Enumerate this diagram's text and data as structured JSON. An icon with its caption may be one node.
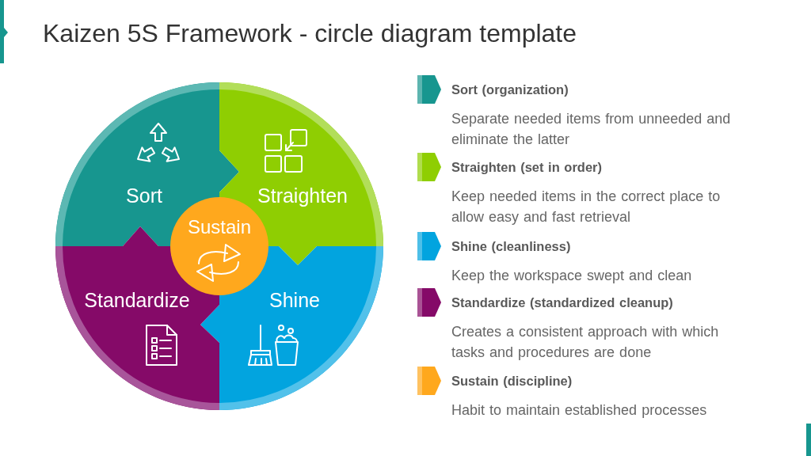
{
  "diagram": {
    "title": "Kaizen 5S Framework - circle diagram template",
    "nodes": [
      {
        "text": [
          "Sort"
        ]
      },
      {
        "text": [
          "Straighten"
        ]
      },
      {
        "text": [
          "Shine"
        ]
      },
      {
        "text": [
          "Standardize"
        ]
      },
      {
        "text": [
          "Sustain"
        ]
      }
    ],
    "labels": [
      "Separate needed items from unneeded and eliminate the latter",
      "Keep needed items in the correct place to allow easy and fast retrieval",
      "Keep the workspace swept and clean",
      "Creates a consistent approach with which tasks and procedures are done",
      "Habit to maintain established processes"
    ],
    "legend": [
      {
        "text": "Sort (organization)",
        "color": "#17968f"
      },
      {
        "text": "Straighten (set in order)",
        "color": "#8fce02"
      },
      {
        "text": "Shine (cleanliness)",
        "color": "#02a4df"
      },
      {
        "text": "Standardize (standardized cleanup)",
        "color": "#850a68"
      },
      {
        "text": "Sustain (discipline)",
        "color": "#ffa81d"
      }
    ]
  }
}
